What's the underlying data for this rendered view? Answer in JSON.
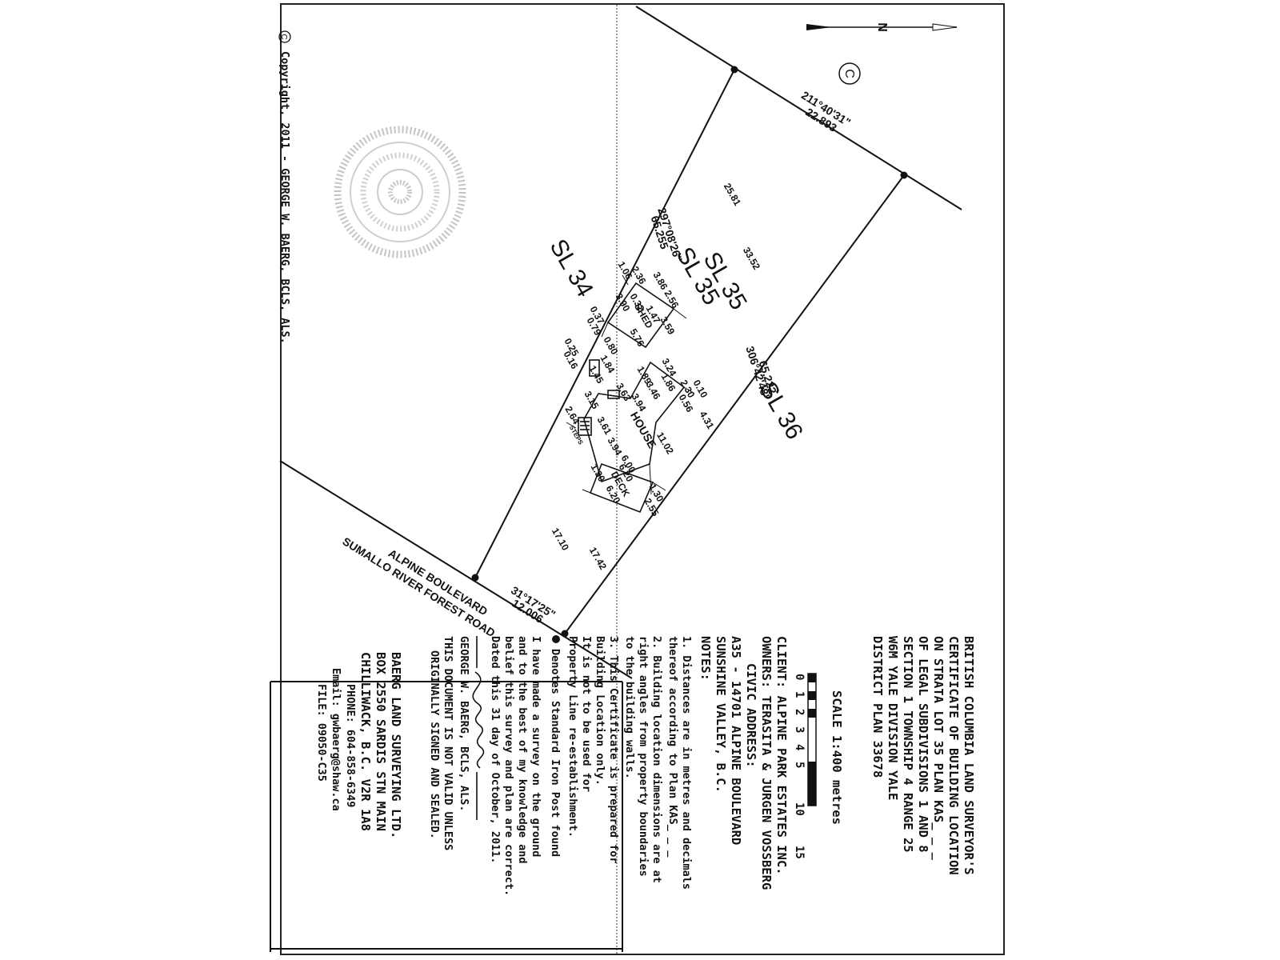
{
  "title_block": {
    "title_lines": [
      "BRITISH COLUMBIA LAND SURVEYOR'S",
      "CERTIFICATE OF BUILDING LOCATION",
      "ON STRATA LOT 35 PLAN KAS_ _ _",
      "OF LEGAL SUBDIVISIONS 1 AND 8",
      "SECTION 1 TOWNSHIP 4 RANGE 25",
      "W6M    YALE DIVISION YALE",
      "DISTRICT PLAN 33678"
    ],
    "scale_label": "SCALE  1:400  metres",
    "scale_ticks": [
      "0",
      "1",
      "2",
      "3",
      "4",
      "5",
      "10",
      "15"
    ],
    "client": "CLIENT:  ALPINE PARK ESTATES INC.",
    "owners": "OWNERS: TERASITA & JURGEN VOSSBERG",
    "civic_label": "CIVIC ADDRESS:",
    "civic_line1": "A35 - 14701 ALPINE BOULEVARD",
    "civic_line2": "SUNSHINE VALLEY, B.C.",
    "notes_label": "NOTES:",
    "notes": [
      "1. Distances are in metres and decimals",
      "   thereof according to Plan KAS_ _ _",
      "2. Building location dimensions are at",
      "   right angles from property boundaries",
      "   to the building walls.",
      "3. This Certificate is prepared for",
      "   Building Location only.",
      "   It is not to be used for",
      "   Property Line re-establishment."
    ],
    "legend_text": "Denotes Standard Iron Post found",
    "certify_lines": [
      "I have made a survey on the ground",
      "and to the best of my knowledge and",
      "belief this survey and plan are correct.",
      "Dated this 31 day of October, 2011."
    ],
    "signatory": "GEORGE W. BAERG, BCLS, ALS.",
    "validity_lines": [
      "THIS DOCUMENT IS NOT VALID UNLESS",
      "ORIGINALLY SIGNED AND SEALED."
    ],
    "firm_lines": [
      "BAERG LAND SURVEYING LTD.",
      "BOX 2550 SARDIS STN MAIN",
      "CHILLIWACK, B.C. V2R 1A8",
      "PHONE: 604-858-6349",
      "Email: gwbaerg@shaw.ca",
      "FILE: 09050-C35"
    ]
  },
  "copyright": "Copyright, 2011 - GEORGE W. BAERG, BCLS, ALS.",
  "copyright_symbol": "C",
  "north_arrow": "N",
  "lots": {
    "subject": "SL 35",
    "subject_alt": "SL 35",
    "north": "SL 36",
    "south": "SL 34"
  },
  "roads": {
    "line1": "ALPINE BOULEVARD",
    "line2": "SUMALLO RIVER FOREST ROAD"
  },
  "bearings": {
    "top_bearing": "211°40'31\"",
    "top_distance": "22.893",
    "north_bearing": "306°42'48\"",
    "north_distance": "65.222",
    "south_bearing": "297°08'26\"",
    "south_distance": "65.255",
    "road_bearing": "31°17'25\"",
    "road_distance": "12.006"
  },
  "buildings": {
    "shed": "SHED",
    "house": "HOUSE",
    "deck": "DECK",
    "steps": "STEPS"
  },
  "dimensions": [
    "25.81",
    "33.52",
    "1.06",
    "2.36",
    "3.86",
    "2.56",
    "0.32",
    "1.47",
    "3.59",
    "3.90",
    "0.37",
    "0.79",
    "5.76",
    "0.25",
    "0.16",
    "0.80",
    "1.84",
    "1.45",
    "3.24",
    "0.10",
    "1.86",
    "2.30",
    "1.89",
    "3.46",
    "0.56",
    "4.31",
    "3.63",
    "3.94",
    "3.15",
    "2.64",
    "3.61",
    "11.02",
    "3.94",
    "6.00",
    "6.20",
    "1.30",
    "1.30",
    "6.20",
    "2.55",
    "17.10",
    "17.42"
  ]
}
